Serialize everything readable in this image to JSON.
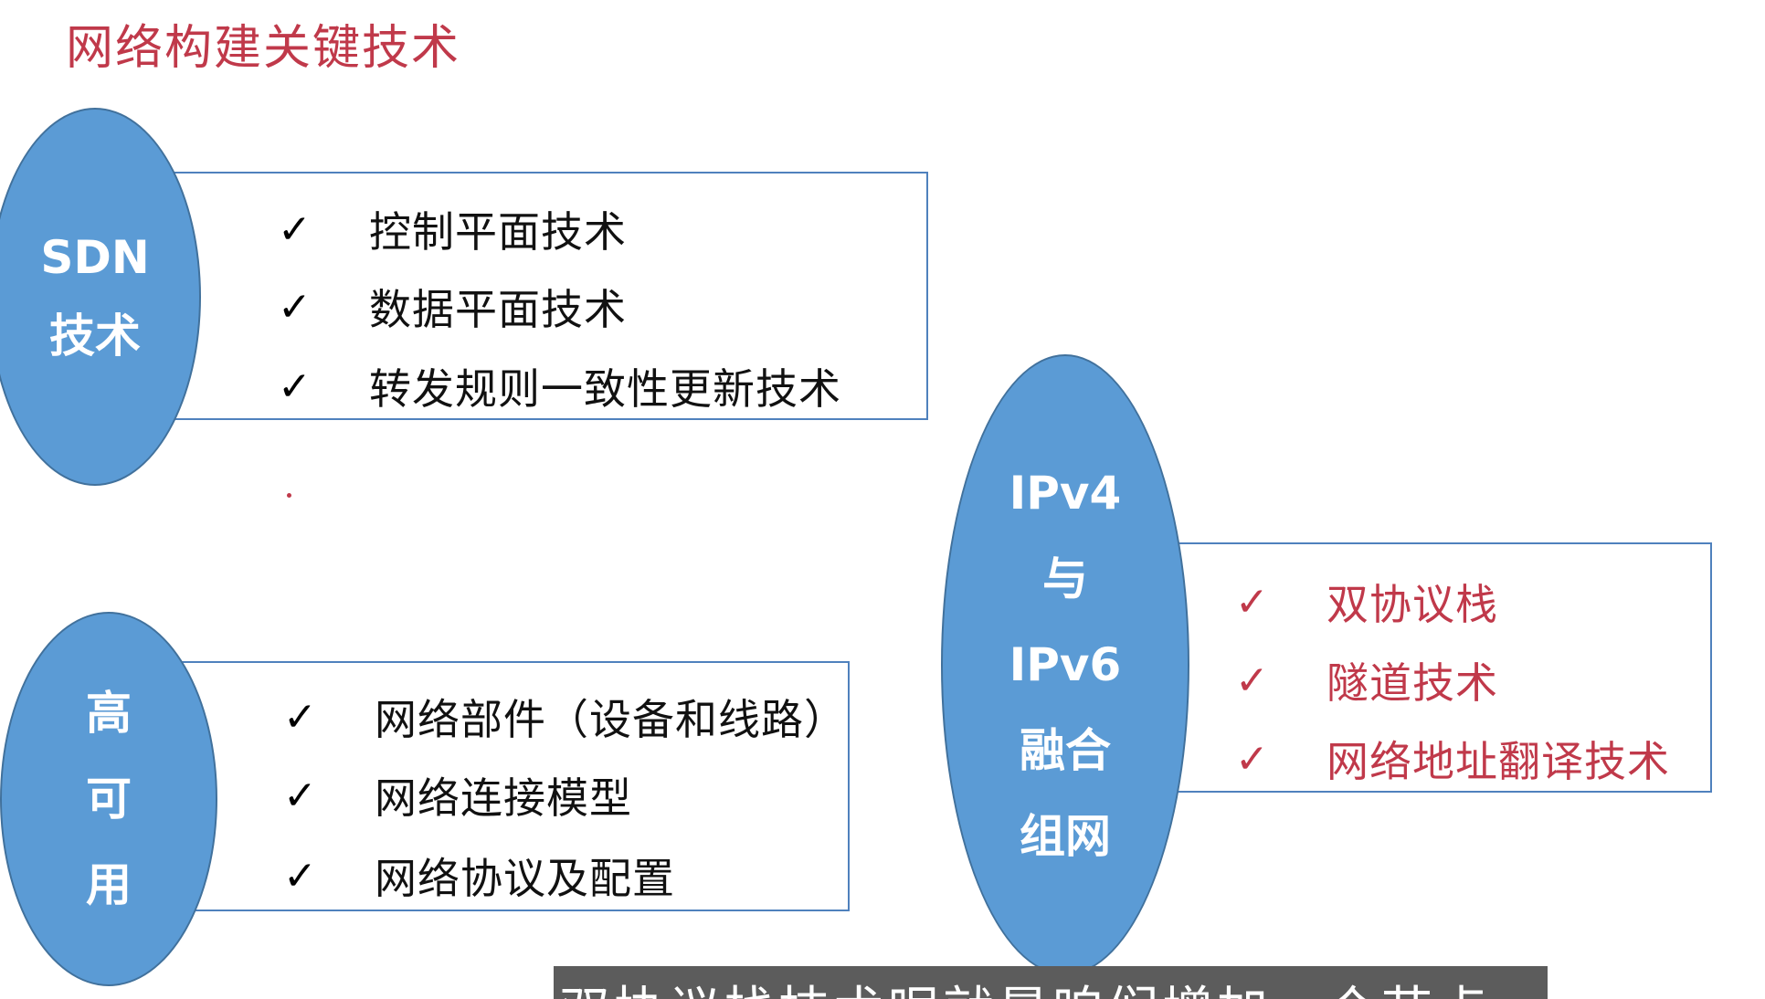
{
  "title": "网络构建关键技术",
  "sdn": {
    "line1": "SDN",
    "line2": "技术",
    "items": [
      "控制平面技术",
      "数据平面技术",
      "转发规则一致性更新技术"
    ]
  },
  "ha": {
    "line1": "高",
    "line2": "可",
    "line3": "用",
    "items": [
      "网络部件（设备和线路）",
      "网络连接模型",
      "网络协议及配置"
    ]
  },
  "ipv": {
    "line1": "IPv4",
    "line2": "与",
    "line3": "IPv6",
    "line4": "融合",
    "line5": "组网",
    "items": [
      "双协议栈",
      "隧道技术",
      "网络地址翻译技术"
    ]
  },
  "check_glyph": "✓",
  "subtitle_text": "双协议栈技术呢就是咱们增加一个节点",
  "colors": {
    "accent_red": "#c0394a",
    "ellipse_blue": "#5b9bd5",
    "box_border": "#4f81bd"
  }
}
